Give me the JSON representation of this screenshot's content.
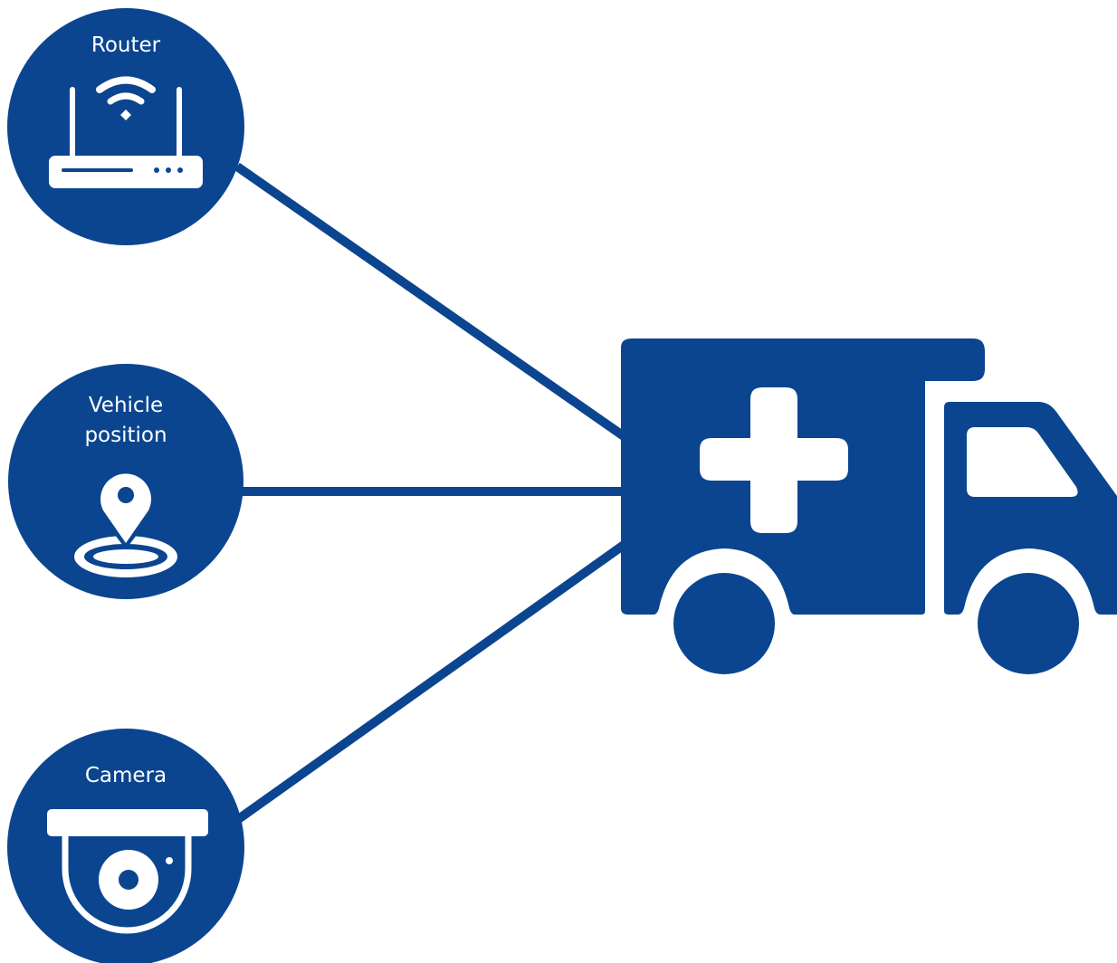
{
  "colors": {
    "primary": "#0b4590",
    "icon": "#ffffff",
    "background": "#ffffff"
  },
  "nodes": {
    "router": {
      "label": "Router",
      "icon": "wifi-router-icon"
    },
    "vehicle_position": {
      "label_line1": "Vehicle",
      "label_line2": "position",
      "icon": "map-pin-icon"
    },
    "camera": {
      "label": "Camera",
      "icon": "dome-camera-icon"
    }
  },
  "vehicle": {
    "icon": "ambulance-icon"
  }
}
